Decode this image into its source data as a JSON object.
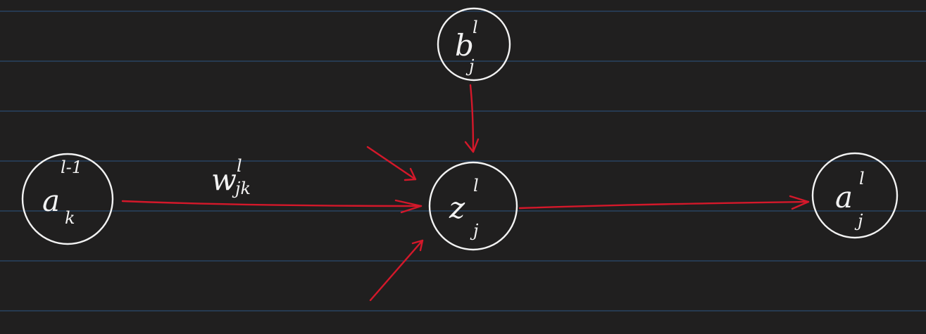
{
  "colors": {
    "background": "#201f1f",
    "ruled_lines": "#2b4a6f",
    "ink": "#f2f2f2",
    "arrows": "#d4182a"
  },
  "nodes": {
    "input_activation": {
      "base": "a",
      "sup": "l-1",
      "sub": "k"
    },
    "bias": {
      "base": "b",
      "sup": "l",
      "sub": "j"
    },
    "weighted_input": {
      "base": "z",
      "sup": "l",
      "sub": "j"
    },
    "output_activation": {
      "base": "a",
      "sup": "l",
      "sub": "j"
    }
  },
  "edges": {
    "weight": {
      "base": "w",
      "sup": "l",
      "sub": "jk"
    }
  }
}
